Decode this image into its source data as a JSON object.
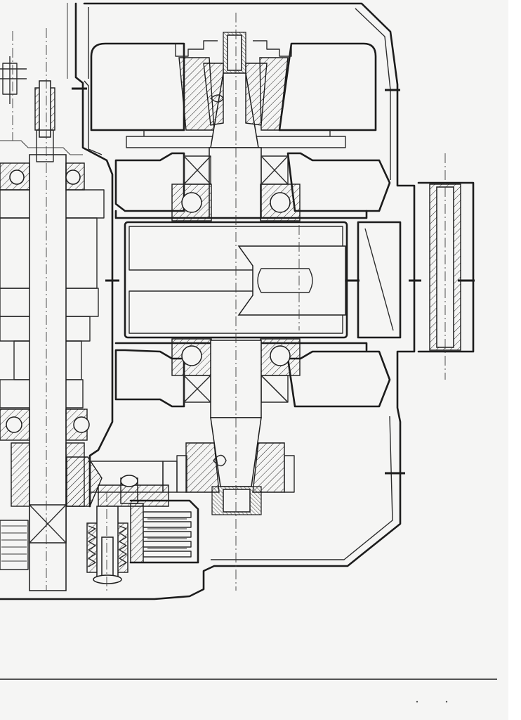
{
  "drawing": {
    "paper_color": "#f5f5f4",
    "line_color": "#1c1c1c",
    "view": "sectional-view",
    "components": [
      "housing-wall",
      "rotor-drum",
      "upper-taper-shaft",
      "ball-bearing",
      "center-drum",
      "side-pulley",
      "gear-train-shaft",
      "clutch-pack",
      "spring-assembly",
      "base-plate-line"
    ]
  }
}
